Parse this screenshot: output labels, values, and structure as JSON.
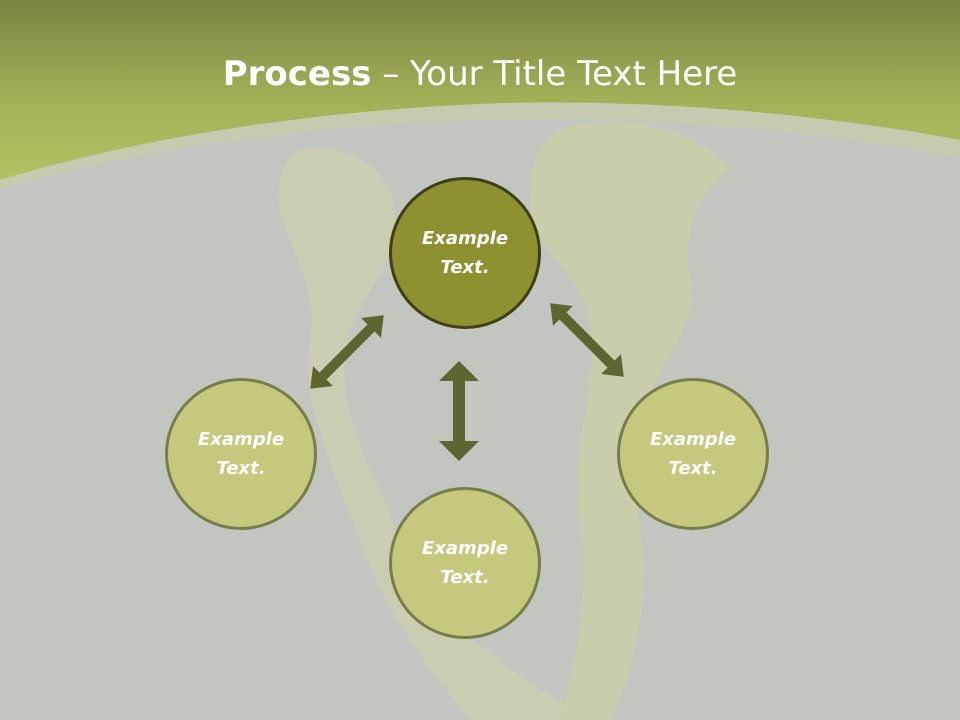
{
  "slide": {
    "title_bold": "Process",
    "title_rest": " – Your Title Text Here"
  },
  "nodes": {
    "center": "Example Text.",
    "left": "Example Text.",
    "right": "Example Text.",
    "bottom": "Example Text."
  },
  "colors": {
    "header_green": "#aab85c",
    "center_fill": "#8e9130",
    "node_fill": "#c5c97d",
    "node_border": "#787e4a",
    "arrow": "#5f6530",
    "background": "#c3c6c0"
  }
}
